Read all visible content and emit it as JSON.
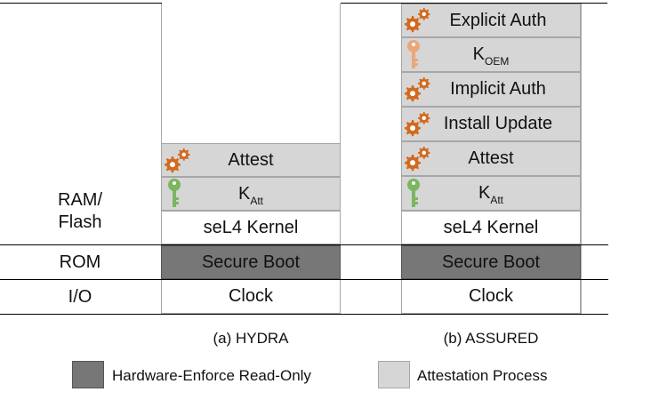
{
  "row_labels": {
    "ram_flash_line1": "RAM/",
    "ram_flash_line2": "Flash",
    "rom": "ROM",
    "io": "I/O"
  },
  "hydra": {
    "caption": "(a) HYDRA",
    "blocks": {
      "attest": "Attest",
      "key_main": "K",
      "key_sub": "Att",
      "kernel": "seL4 Kernel",
      "secure_boot": "Secure Boot",
      "clock": "Clock"
    }
  },
  "assured": {
    "caption": "(b) ASSURED",
    "blocks": {
      "explicit_auth": "Explicit Auth",
      "koem_main": "K",
      "koem_sub": "OEM",
      "implicit_auth": "Implicit Auth",
      "install_update": "Install Update",
      "attest": "Attest",
      "katt_main": "K",
      "katt_sub": "Att",
      "kernel": "seL4 Kernel",
      "secure_boot": "Secure Boot",
      "clock": "Clock"
    }
  },
  "legend": {
    "readonly": "Hardware-Enforce Read-Only",
    "attestation": "Attestation Process"
  },
  "colors": {
    "gray_block": "#d6d6d6",
    "dark_block": "#777777",
    "gear": "#d2691e",
    "green_key": "#7bb661",
    "orange_key": "#e9a77a"
  },
  "icons": [
    "gear-icon",
    "key-icon"
  ]
}
